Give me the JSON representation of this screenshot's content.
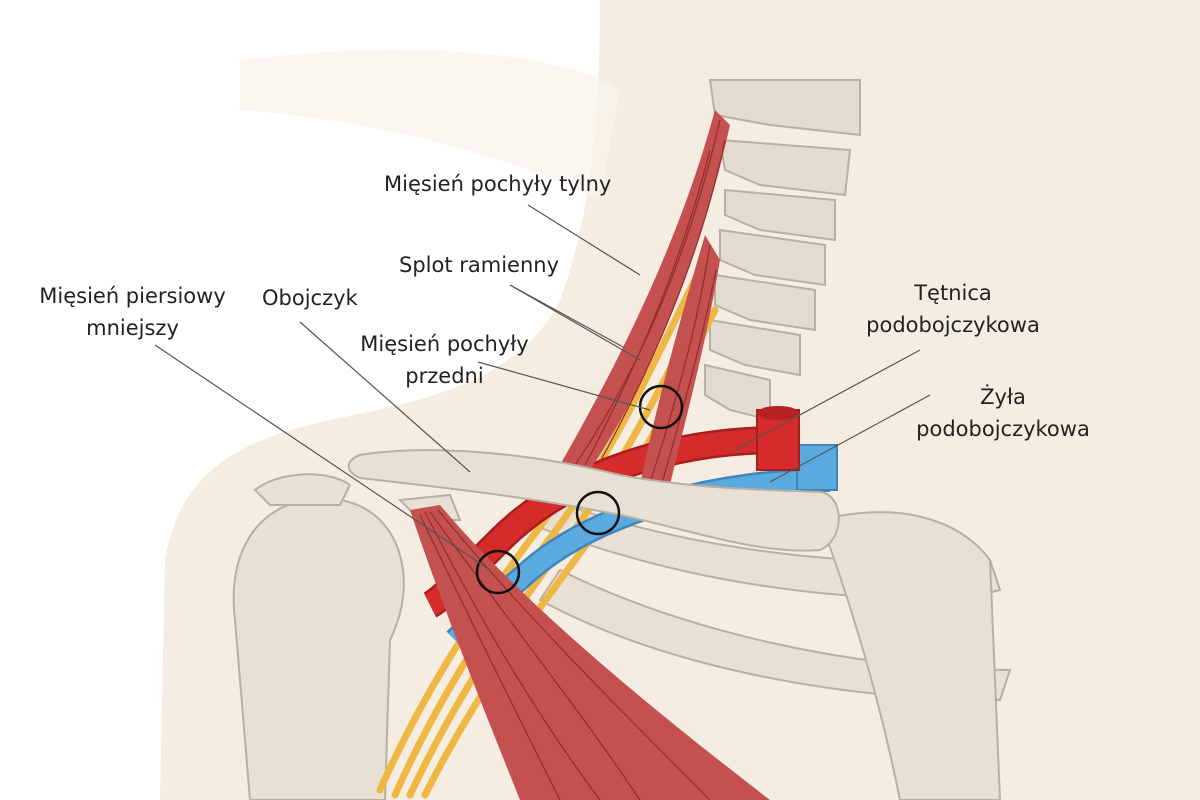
{
  "labels": {
    "scalenus_posterior": "Mięsień pochyły tylny",
    "brachial_plexus": "Splot ramienny",
    "pectoralis_minor_line1": "Mięsień piersiowy",
    "pectoralis_minor_line2": "mniejszy",
    "clavicle": "Obojczyk",
    "scalenus_anterior_line1": "Mięsień pochyły",
    "scalenus_anterior_line2": "przedni",
    "subclavian_artery_line1": "Tętnica",
    "subclavian_artery_line2": "podobojczykowa",
    "subclavian_vein_line1": "Żyła",
    "subclavian_vein_line2": "podobojczykowa"
  },
  "colors": {
    "skin": "#f5ede2",
    "bone": "#e3dbcf",
    "bone_stroke": "#b9b0a3",
    "muscle": "#c4504f",
    "artery": "#d62b2b",
    "vein": "#5aa9df",
    "nerve": "#efb744"
  }
}
